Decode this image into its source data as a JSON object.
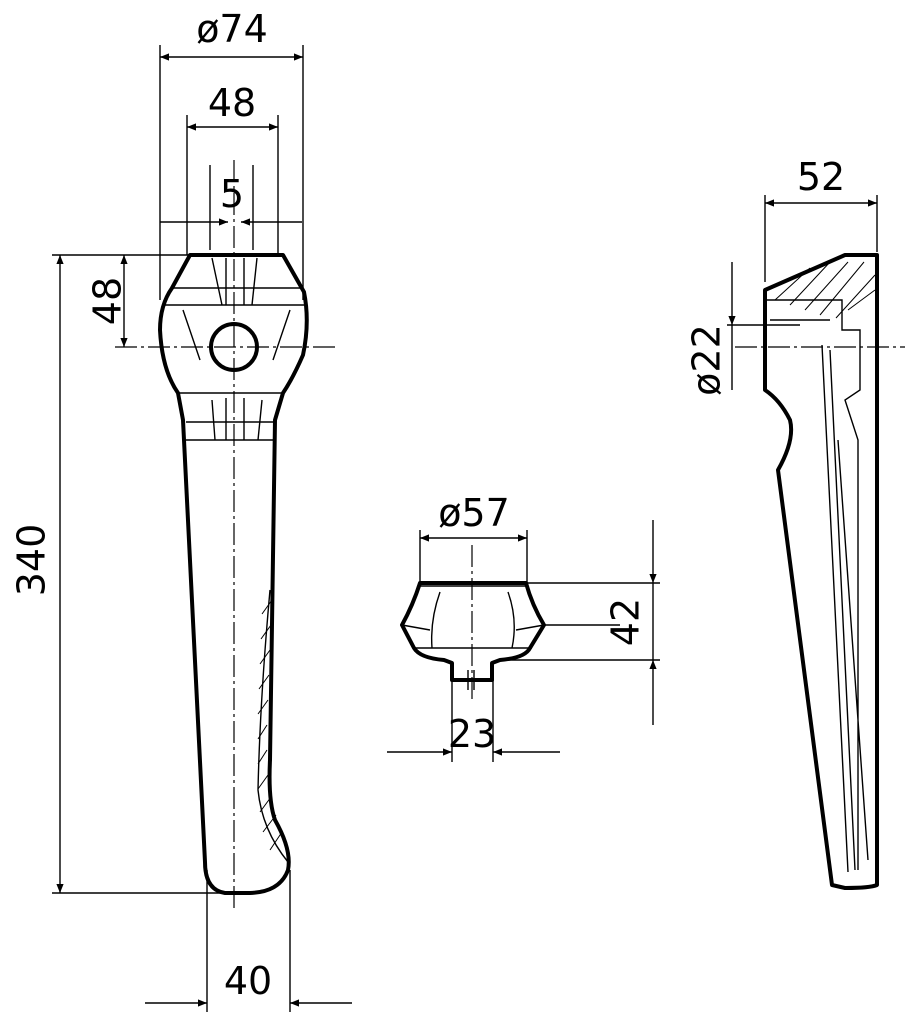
{
  "dimensions": {
    "front_width_dia": "ø74",
    "front_inner_width": "48",
    "front_slot": "5",
    "front_top_height": "48",
    "front_total_height": "340",
    "front_tip_width": "40",
    "section_dia": "ø57",
    "section_height": "42",
    "section_neck": "23",
    "side_width": "52",
    "side_hole_dia": "ø22"
  },
  "colors": {
    "line": "#000000",
    "background": "#ffffff"
  }
}
